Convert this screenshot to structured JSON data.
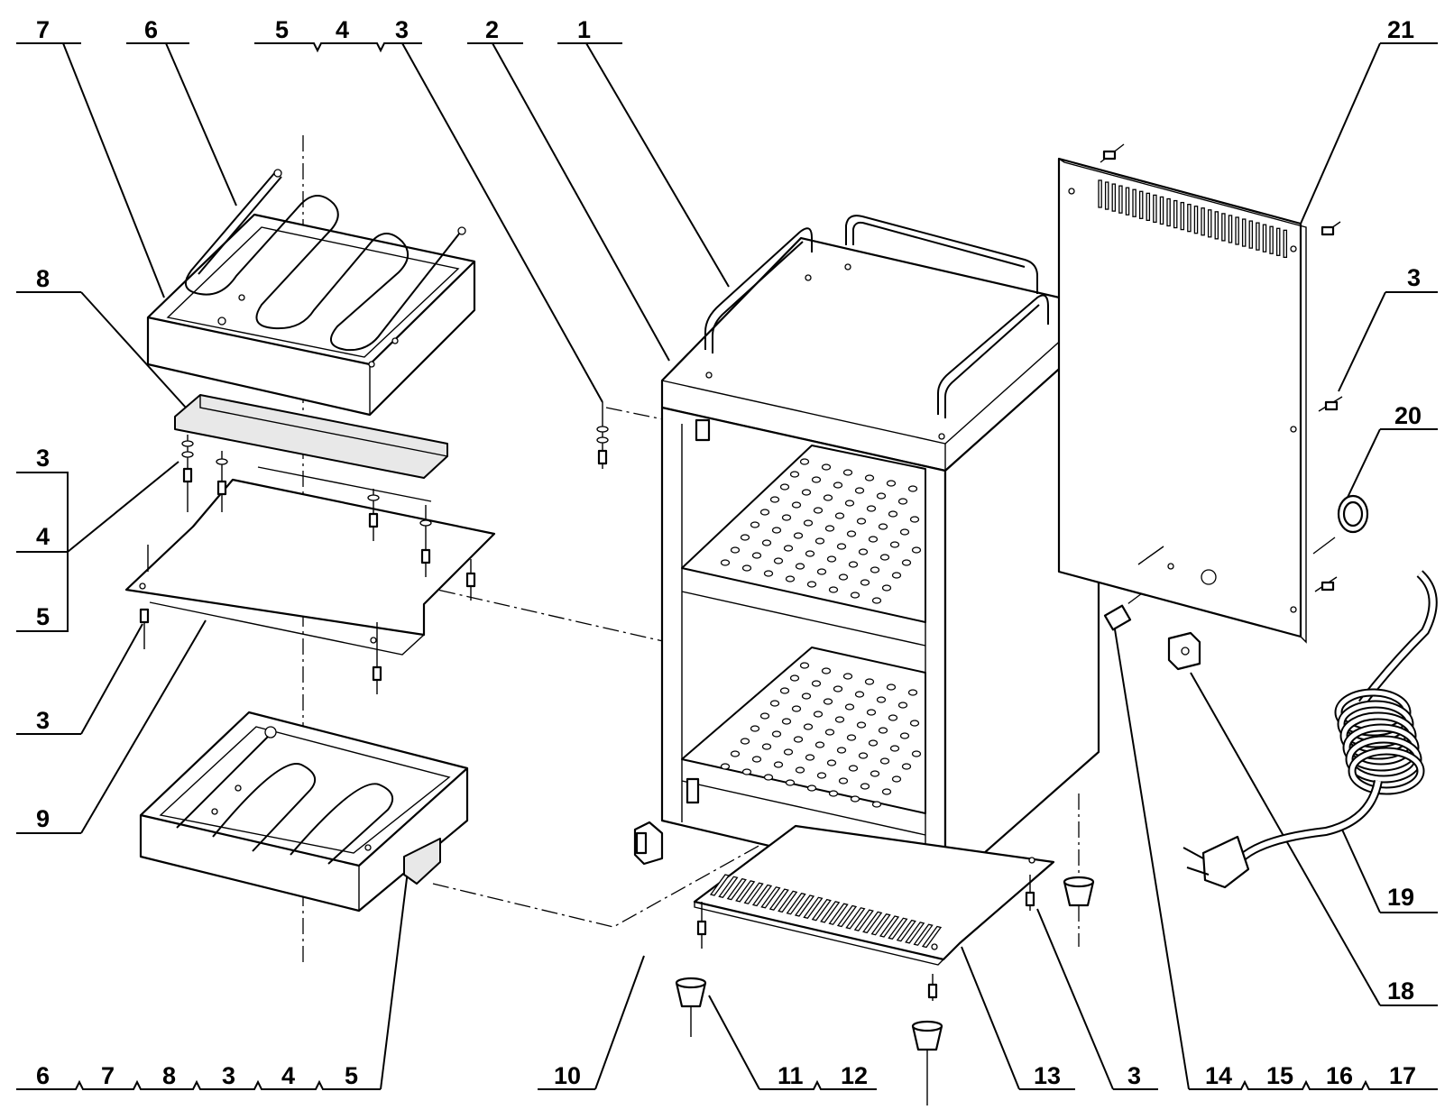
{
  "callouts": {
    "top": [
      {
        "id": "t7",
        "text": "7"
      },
      {
        "id": "t6",
        "text": "6"
      },
      {
        "id": "t5",
        "text": "5"
      },
      {
        "id": "t4",
        "text": "4"
      },
      {
        "id": "t3",
        "text": "3"
      },
      {
        "id": "t2",
        "text": "2"
      },
      {
        "id": "t1",
        "text": "1"
      },
      {
        "id": "t21",
        "text": "21"
      }
    ],
    "left": [
      {
        "id": "l8",
        "text": "8"
      },
      {
        "id": "l3a",
        "text": "3"
      },
      {
        "id": "l4",
        "text": "4"
      },
      {
        "id": "l5",
        "text": "5"
      },
      {
        "id": "l3b",
        "text": "3"
      },
      {
        "id": "l9",
        "text": "9"
      }
    ],
    "right": [
      {
        "id": "r3",
        "text": "3"
      },
      {
        "id": "r20",
        "text": "20"
      },
      {
        "id": "r19",
        "text": "19"
      },
      {
        "id": "r18",
        "text": "18"
      }
    ],
    "bottom": [
      {
        "id": "b6",
        "text": "6"
      },
      {
        "id": "b7",
        "text": "7"
      },
      {
        "id": "b8",
        "text": "8"
      },
      {
        "id": "b3",
        "text": "3"
      },
      {
        "id": "b4",
        "text": "4"
      },
      {
        "id": "b5",
        "text": "5"
      },
      {
        "id": "b10",
        "text": "10"
      },
      {
        "id": "b11",
        "text": "11"
      },
      {
        "id": "b12",
        "text": "12"
      },
      {
        "id": "b13",
        "text": "13"
      },
      {
        "id": "b3b",
        "text": "3"
      },
      {
        "id": "b14",
        "text": "14"
      },
      {
        "id": "b15",
        "text": "15"
      },
      {
        "id": "b16",
        "text": "16"
      },
      {
        "id": "b17",
        "text": "17"
      }
    ]
  }
}
